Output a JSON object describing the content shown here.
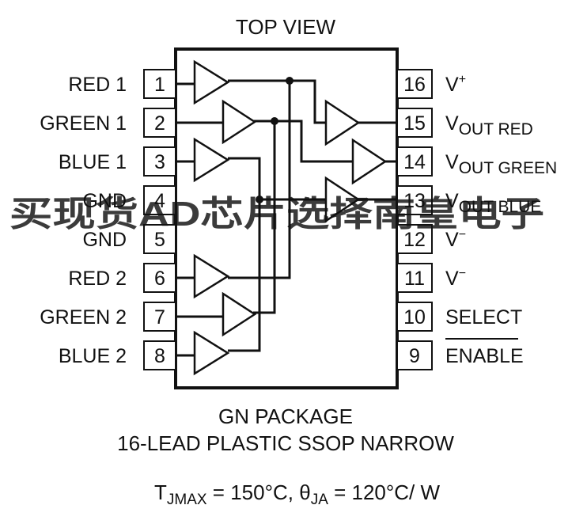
{
  "title": "TOP VIEW",
  "left_pins": [
    {
      "num": "1",
      "label": "RED 1"
    },
    {
      "num": "2",
      "label": "GREEN 1"
    },
    {
      "num": "3",
      "label": "BLUE 1"
    },
    {
      "num": "4",
      "label": "GND"
    },
    {
      "num": "5",
      "label": "GND"
    },
    {
      "num": "6",
      "label": "RED 2"
    },
    {
      "num": "7",
      "label": "GREEN 2"
    },
    {
      "num": "8",
      "label": "BLUE 2"
    }
  ],
  "right_pins": [
    {
      "num": "16",
      "label": "V",
      "sup": "+",
      "sub": ""
    },
    {
      "num": "15",
      "label": "V",
      "sup": "",
      "sub": "OUT RED"
    },
    {
      "num": "14",
      "label": "V",
      "sup": "",
      "sub": "OUT GREEN"
    },
    {
      "num": "13",
      "label": "V",
      "sup": "",
      "sub": "OUT BLUE"
    },
    {
      "num": "12",
      "label": "V",
      "sup": "−",
      "sub": ""
    },
    {
      "num": "11",
      "label": "V",
      "sup": "−",
      "sub": ""
    },
    {
      "num": "10",
      "label": "SELECT",
      "sup": "",
      "sub": ""
    },
    {
      "num": "9",
      "label": "ENABLE",
      "sup": "",
      "sub": ""
    }
  ],
  "package": {
    "line1": "GN PACKAGE",
    "line2": "16-LEAD PLASTIC SSOP NARROW"
  },
  "thermal": {
    "t": "T",
    "t_sub": "JMAX",
    "t_val": " = 150°C, ",
    "theta": "θ",
    "theta_sub": "JA",
    "theta_val": " = 120°C/ W"
  },
  "watermark": "买现货AD芯片选择南皇电子",
  "colors": {
    "ink": "#111111",
    "watermark": "#f03c3c"
  }
}
